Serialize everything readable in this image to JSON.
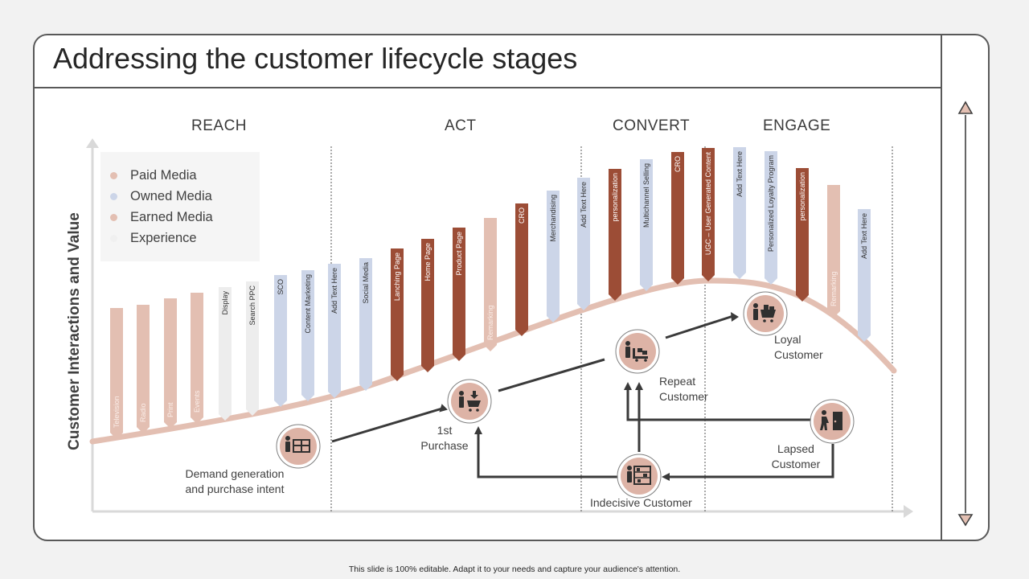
{
  "title": "Addressing the customer lifecycle stages",
  "stages": [
    "REACH",
    "ACT",
    "CONVERT",
    "ENGAGE"
  ],
  "y_axis_label": "Customer Interactions and Value",
  "legend": [
    {
      "label": "Paid Media",
      "color": "#e3bfb2"
    },
    {
      "label": "Owned Media",
      "color": "#ccd5e8"
    },
    {
      "label": "Earned Media",
      "color": "#e3bfb2"
    },
    {
      "label": "Experience",
      "color": "#f0f0f0"
    }
  ],
  "bar_colors": {
    "paid": "#e3bfb2",
    "owned": "#ccd5e8",
    "earned": "#9c4d36",
    "experience": "#ededed"
  },
  "bars": [
    {
      "label": "Television",
      "type": "paid"
    },
    {
      "label": "Radio",
      "type": "paid"
    },
    {
      "label": "Print",
      "type": "paid"
    },
    {
      "label": "Events",
      "type": "paid"
    },
    {
      "label": "Display",
      "type": "experience"
    },
    {
      "label": "Search PPC",
      "type": "experience"
    },
    {
      "label": "SCO",
      "type": "owned"
    },
    {
      "label": "Content Marketing",
      "type": "owned"
    },
    {
      "label": "Add Text Here",
      "type": "owned"
    },
    {
      "label": "Social Media",
      "type": "owned"
    },
    {
      "label": "Lanching Page",
      "type": "earned"
    },
    {
      "label": "Home Page",
      "type": "earned"
    },
    {
      "label": "Product Page",
      "type": "earned"
    },
    {
      "label": "Remarking",
      "type": "paid"
    },
    {
      "label": "CRO",
      "type": "earned"
    },
    {
      "label": "Merchandising",
      "type": "owned"
    },
    {
      "label": "Add Text Here",
      "type": "owned"
    },
    {
      "label": "personalization",
      "type": "earned"
    },
    {
      "label": "Multichannel Selling",
      "type": "owned"
    },
    {
      "label": "CRO",
      "type": "earned"
    },
    {
      "label": "UGC – User Generated Content",
      "type": "earned"
    },
    {
      "label": "Add Text Here",
      "type": "owned"
    },
    {
      "label": "Personalized Loyalty Program",
      "type": "owned"
    },
    {
      "label": "personalization",
      "type": "earned"
    },
    {
      "label": "Remarking",
      "type": "paid"
    },
    {
      "label": "Add Text Here",
      "type": "owned"
    }
  ],
  "nodes": {
    "demand": {
      "label": "Demand generation\nand purchase intent",
      "icon": "shopper-window-icon"
    },
    "purchase": {
      "label": "1st\nPurchase",
      "icon": "shopping-cart-icon"
    },
    "repeat": {
      "label": "Repeat\nCustomer",
      "icon": "trolley-icon"
    },
    "loyal": {
      "label": "Loyal\nCustomer",
      "icon": "loyal-cart-icon"
    },
    "lapsed": {
      "label": "Lapsed\nCustomer",
      "icon": "exit-door-icon"
    },
    "indecisive": {
      "label": "Indecisive Customer",
      "icon": "store-shelf-icon"
    }
  },
  "nav": {
    "up_icon": "triangle-up-icon",
    "down_icon": "triangle-down-icon"
  },
  "footer": "This slide is 100% editable. Adapt it to your needs and capture your audience's attention."
}
